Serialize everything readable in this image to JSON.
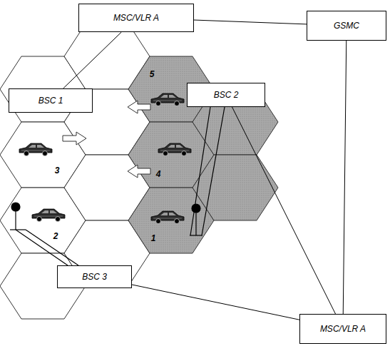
{
  "diagram": {
    "nodes": [
      {
        "text": [
          "MSC/VLR A"
        ]
      },
      {
        "text": [
          "GSMC"
        ]
      },
      {
        "text": [
          "BSC 1"
        ]
      },
      {
        "text": [
          "BSC 2"
        ]
      },
      {
        "text": [
          "BSC 3"
        ]
      },
      {
        "text": [
          "MSC/VLR A"
        ]
      }
    ],
    "edges": [
      {
        "from": 0,
        "to": 1,
        "arrow": "none"
      },
      {
        "from": 0,
        "to": 2,
        "arrow": "none"
      },
      {
        "from": 1,
        "to": 5,
        "arrow": "none"
      },
      {
        "from": 3,
        "to": 5,
        "arrow": "none"
      },
      {
        "from": 4,
        "to": 5,
        "arrow": "none"
      }
    ],
    "labels": [
      "5",
      "3",
      "4",
      "2",
      "1"
    ]
  }
}
